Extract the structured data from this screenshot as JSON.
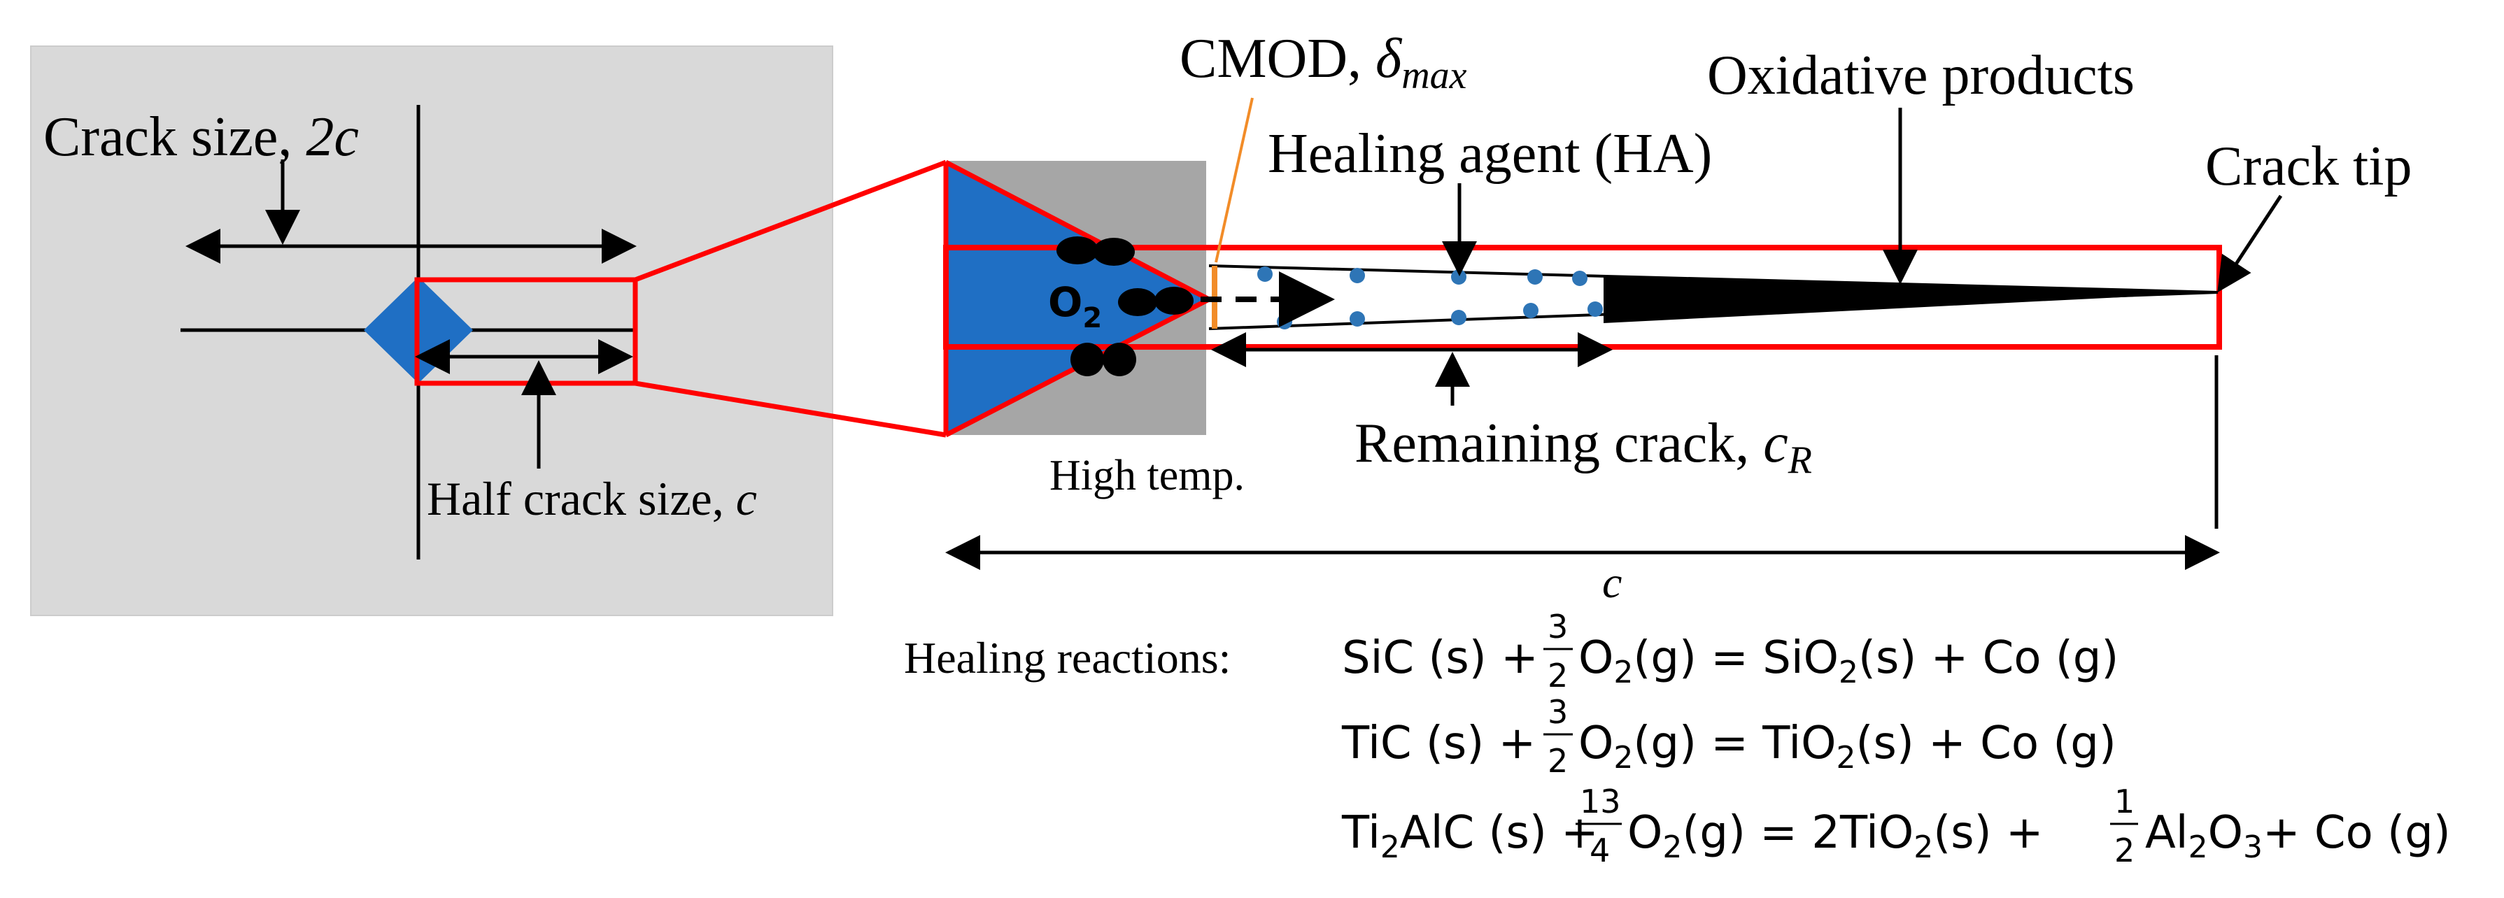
{
  "labels": {
    "crack_size_text": "Crack size, ",
    "crack_size_var": "2c",
    "half_crack_text": "Half crack size, ",
    "half_crack_var": "c",
    "cmod_text": "CMOD, ",
    "cmod_var": "δ",
    "cmod_sub": "max",
    "healing_agent": "Healing agent (HA)",
    "oxidative_products": "Oxidative products",
    "crack_tip": "Crack tip",
    "remaining_crack_text": "Remaining crack, ",
    "remaining_crack_var": "c",
    "remaining_crack_sub": "R",
    "high_temp": "High temp.",
    "c_dimension": "c",
    "o2_main": "O",
    "o2_sub": "2"
  },
  "reactions": {
    "heading": "Healing reactions:",
    "r1": {
      "lhs1": "SiC (s) +",
      "num": "3",
      "den": "2",
      "o": "O",
      "o_sub": "2",
      "o_state": "(g) = SiO",
      "p_sub": "2",
      "rest": "(s) + Co (g)"
    },
    "r2": {
      "lhs1": "TiC (s) +",
      "num": "3",
      "den": "2",
      "o": "O",
      "o_sub": "2",
      "o_state": "(g) = TiO",
      "p_sub": "2",
      "rest": "(s) + Co (g)"
    },
    "r3": {
      "ti": "Ti",
      "ti_sub": "2",
      "lhs1": "AlC (s) +",
      "num": "13",
      "den": "4",
      "o": "O",
      "o_sub": "2",
      "o_state": "(g)  = 2TiO",
      "p_sub": "2",
      "mid": "(s) +",
      "num2": "1",
      "den2": "2",
      "al": "Al",
      "al_sub": "2",
      "o3": "O",
      "o3_sub": "3",
      "rest": "+ Co (g)"
    }
  },
  "colors": {
    "specimen_panel": "#d9d9d9",
    "high_temp_panel": "#a6a6a6",
    "indent_blue": "#1f6fc4",
    "zoom_red": "#ff0000",
    "cmod_orange": "#f28c28",
    "ha_dots": "#2e75b6",
    "ink": "#000000"
  }
}
